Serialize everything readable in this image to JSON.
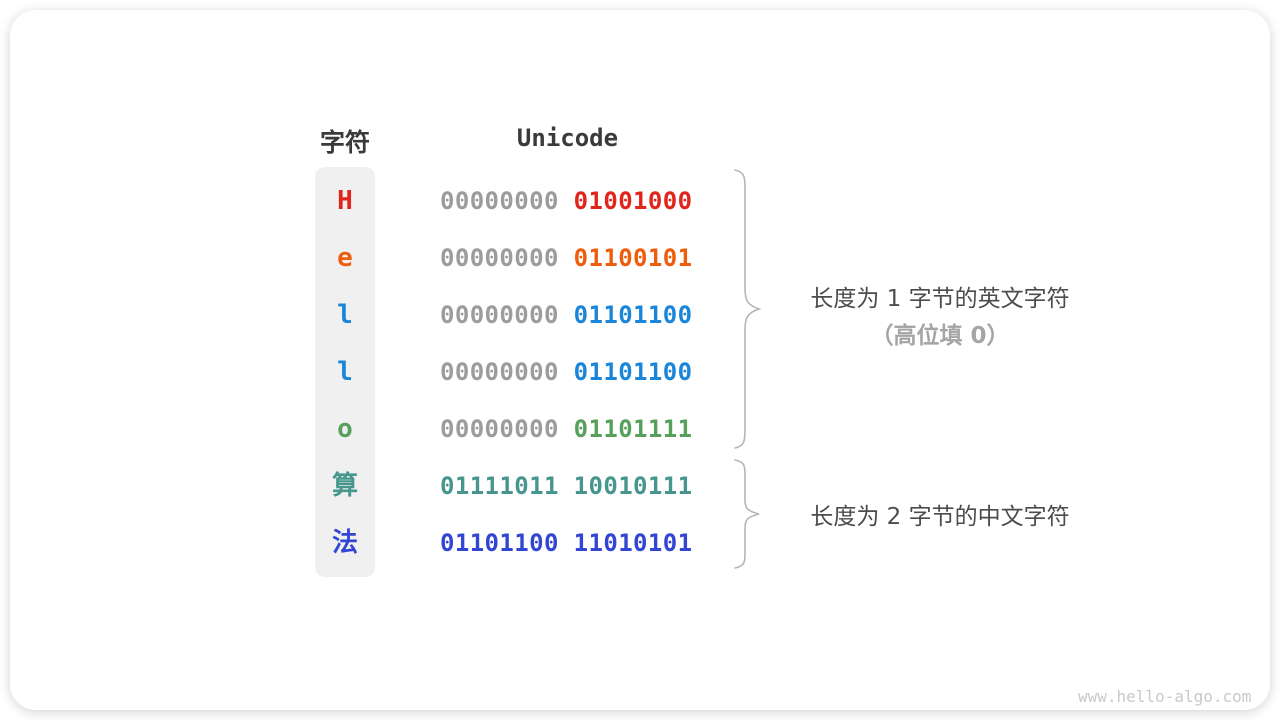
{
  "header": {
    "char_col": "字符",
    "unicode_col": "Unicode"
  },
  "table": {
    "rows": [
      {
        "char": "H",
        "color": "#e0251c",
        "byte1": "00000000",
        "byte1_color": "#9c9c9c",
        "byte2": "01001000",
        "byte2_color": "#e0251c"
      },
      {
        "char": "e",
        "color": "#ee5d0c",
        "byte1": "00000000",
        "byte1_color": "#9c9c9c",
        "byte2": "01100101",
        "byte2_color": "#ee5d0c"
      },
      {
        "char": "l",
        "color": "#1a86d9",
        "byte1": "00000000",
        "byte1_color": "#9c9c9c",
        "byte2": "01101100",
        "byte2_color": "#1a86d9"
      },
      {
        "char": "l",
        "color": "#1a86d9",
        "byte1": "00000000",
        "byte1_color": "#9c9c9c",
        "byte2": "01101100",
        "byte2_color": "#1a86d9"
      },
      {
        "char": "o",
        "color": "#57a05c",
        "byte1": "00000000",
        "byte1_color": "#9c9c9c",
        "byte2": "01101111",
        "byte2_color": "#57a05c"
      },
      {
        "char": "算",
        "color": "#47968e",
        "byte1": "01111011",
        "byte1_color": "#47968e",
        "byte2": "10010111",
        "byte2_color": "#47968e"
      },
      {
        "char": "法",
        "color": "#3346d3",
        "byte1": "01101100",
        "byte1_color": "#3346d3",
        "byte2": "11010101",
        "byte2_color": "#3346d3"
      }
    ]
  },
  "annotations": {
    "group1_line1": "长度为 1 字节的英文字符",
    "group1_line2": "（高位填 0）",
    "group2_line1": "长度为 2 字节的中文字符"
  },
  "watermark": "www.hello-algo.com",
  "colors": {
    "brace": "#b5b5b5",
    "column_bg": "#f0f0f0",
    "header_text": "#3a3a3a",
    "annotation_text": "#4c4c4c",
    "annotation_sub_text": "#a5a5a5",
    "gray_byte": "#9c9c9c"
  }
}
